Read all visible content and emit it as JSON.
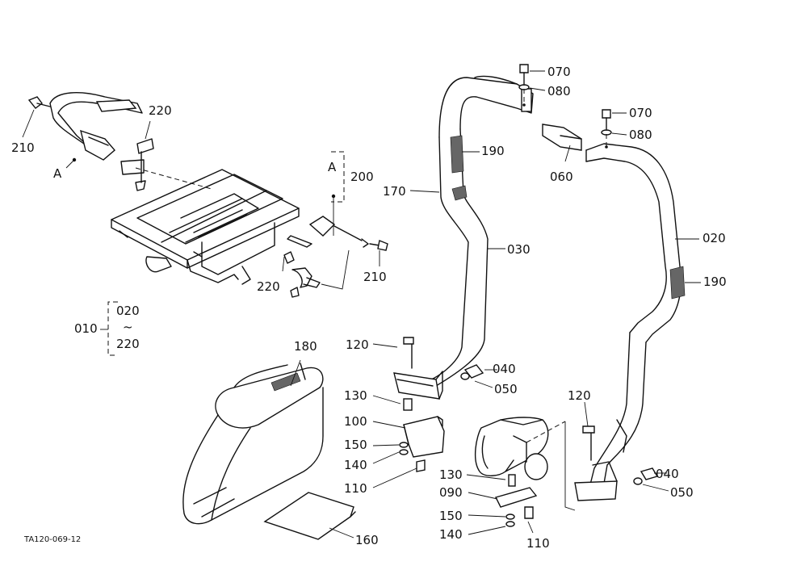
{
  "drawing_code": "TA120-069-12",
  "group_label": "010",
  "group_range_start": "020",
  "group_range_sep": "~",
  "group_range_end": "220",
  "detail_ref": "A",
  "callouts": {
    "c070a": "070",
    "c080a": "080",
    "c070b": "070",
    "c080b": "080",
    "c190a": "190",
    "c060": "060",
    "c170": "170",
    "c030": "030",
    "c020": "020",
    "c190b": "190",
    "c200": "200",
    "c210a": "210",
    "c220a": "220",
    "c220b": "220",
    "c210b": "210",
    "c180": "180",
    "c120a": "120",
    "c040a": "040",
    "c050a": "050",
    "c130a": "130",
    "c100": "100",
    "c150a": "150",
    "c140a": "140",
    "c110a": "110",
    "c120b": "120",
    "c040b": "040",
    "c050b": "050",
    "c130b": "130",
    "c090": "090",
    "c150b": "150",
    "c140b": "140",
    "c110b": "110",
    "c160": "160",
    "refA1": "A",
    "refA2": "A"
  }
}
